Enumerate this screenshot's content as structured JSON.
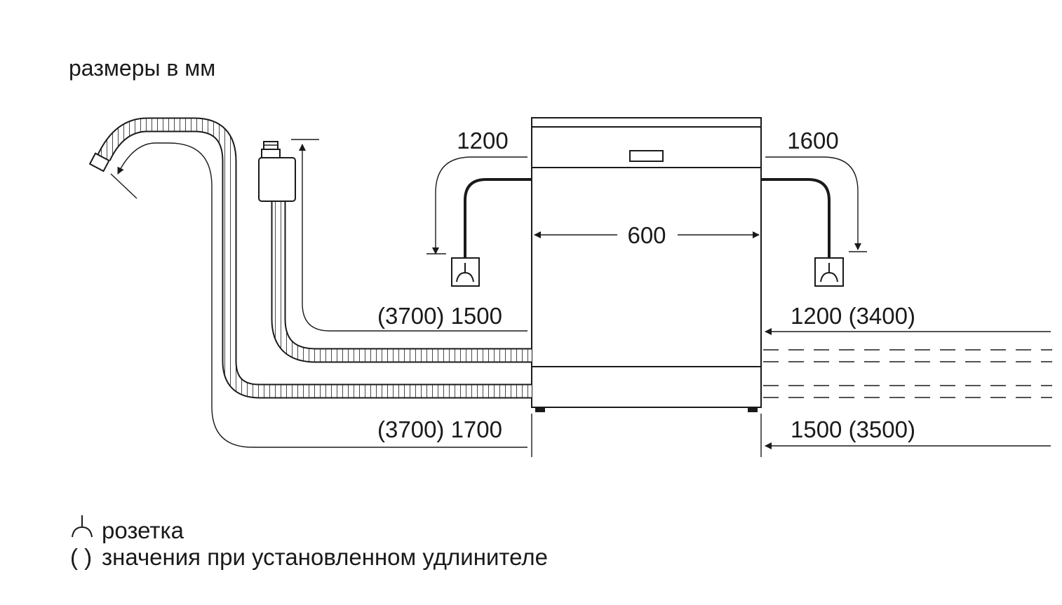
{
  "header": {
    "units_caption": "размеры в мм"
  },
  "dimensions": {
    "appliance_width": "600",
    "left_power_cable": "1200",
    "right_power_cable": "1600",
    "left_inlet_hose": "(3700) 1500",
    "left_drain_hose": "(3700) 1700",
    "right_inlet_hose": "1200 (3400)",
    "right_drain_hose": "1500 (3500)"
  },
  "legend": {
    "socket_symbol": "⏚",
    "socket_label": "розетка",
    "paren_symbol": "( )",
    "paren_label": "значения при установленном удлинителе"
  },
  "icons": {
    "socket": "power-socket-icon",
    "hose": "corrugated-hose-icon",
    "arrow": "dimension-arrow-icon"
  },
  "colors": {
    "line": "#1a1a1a",
    "background": "#ffffff"
  }
}
